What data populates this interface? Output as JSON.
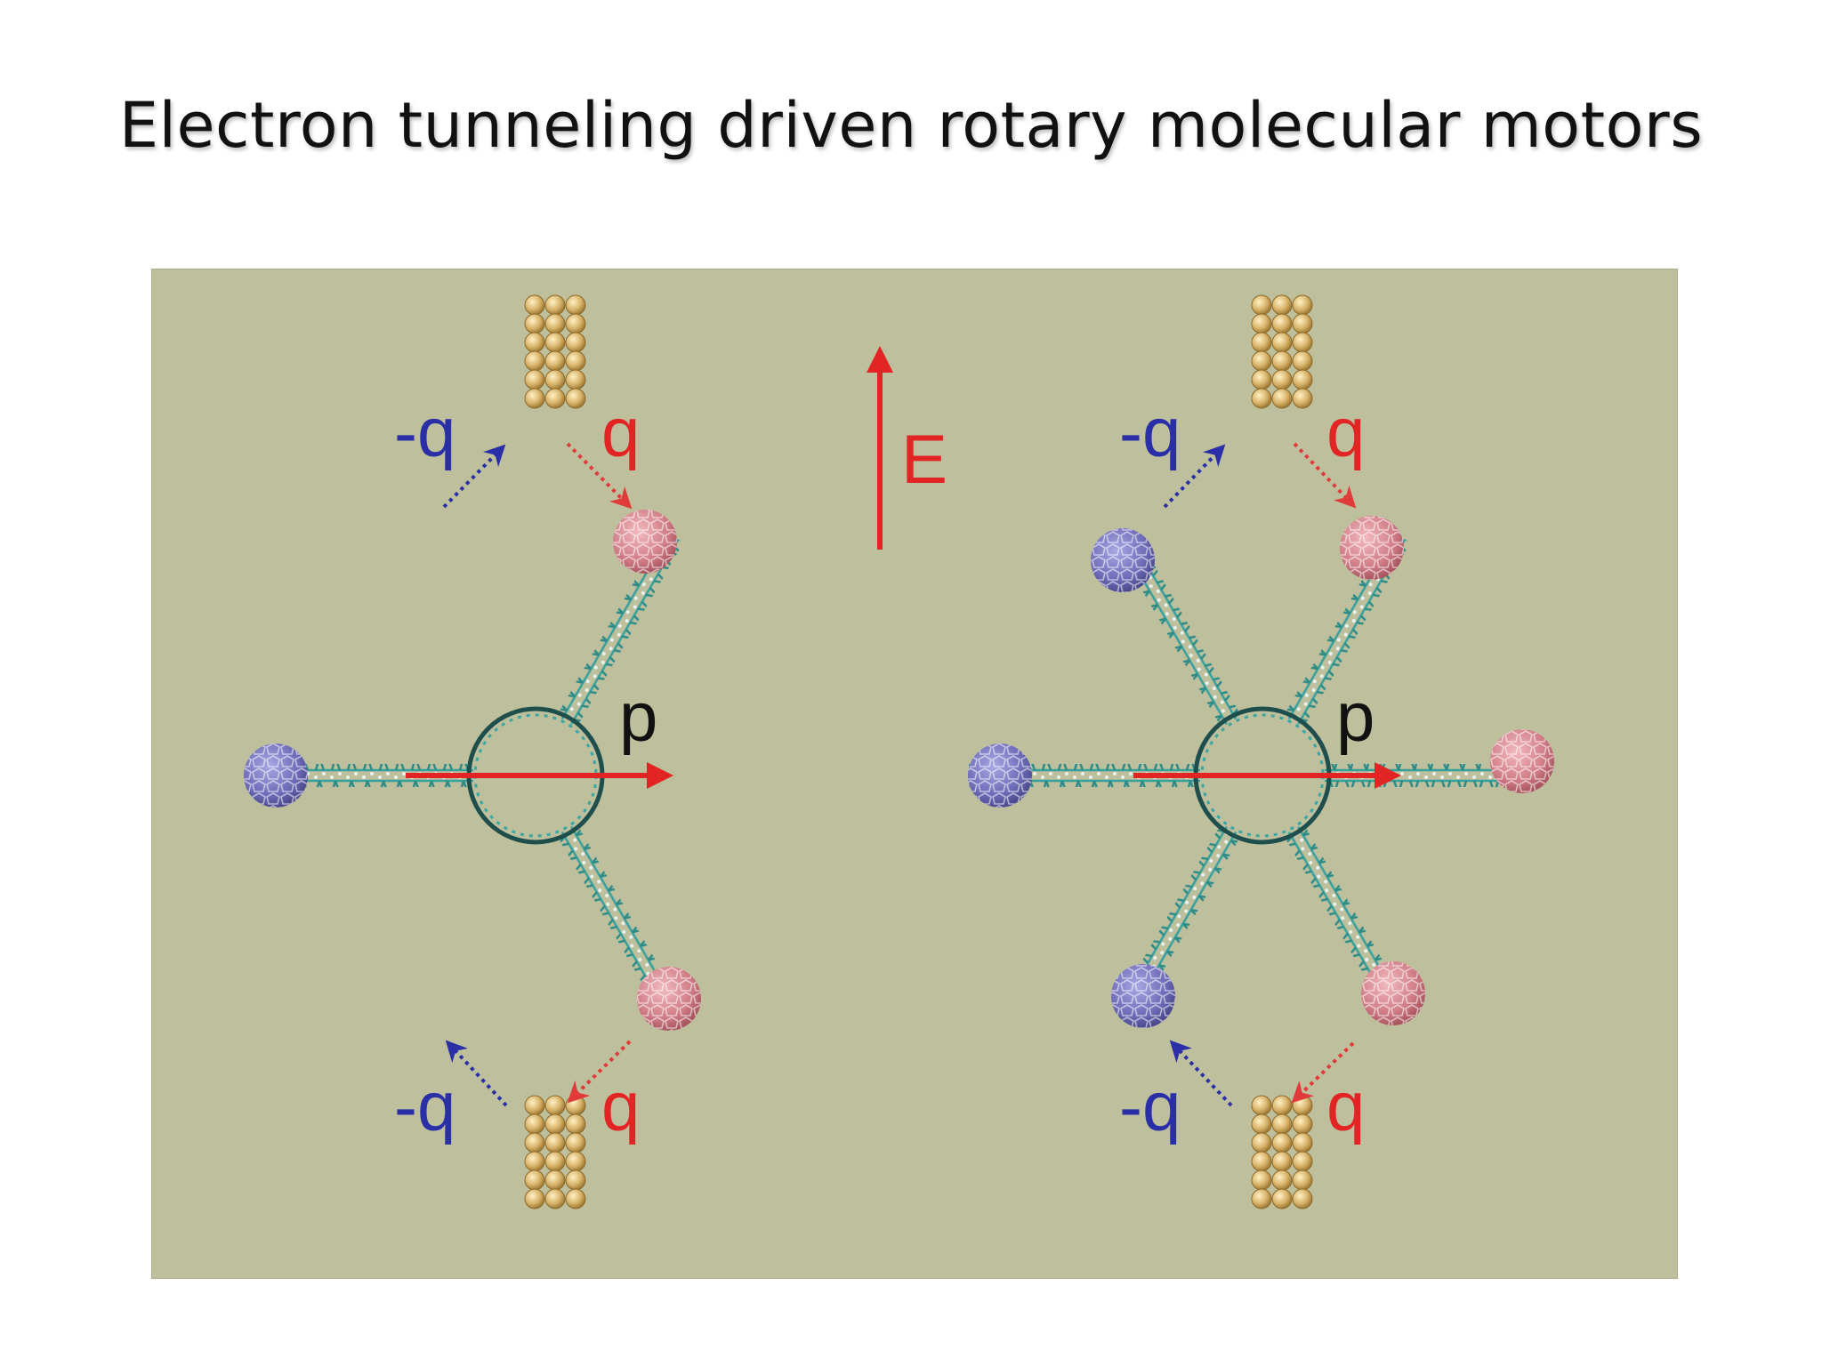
{
  "slide": {
    "title": "Electron tunneling driven rotary molecular motors"
  },
  "diagram": {
    "field_label": "E",
    "dipole_label": "p",
    "negative_charge_label": "-q",
    "positive_charge_label": "q",
    "colors": {
      "background": "#bebf9c",
      "field_arrow": "#e32424",
      "negative_charge": "#2a2fa8",
      "positive_charge": "#e32424",
      "fullerene_negative": "#7d7bc4",
      "fullerene_positive": "#d98890",
      "arm": "#3aa7a3",
      "electrode": "#d6b269"
    },
    "motors": [
      {
        "name": "three-arm motor",
        "arm_count": 3
      },
      {
        "name": "six-arm motor",
        "arm_count": 6
      }
    ]
  }
}
